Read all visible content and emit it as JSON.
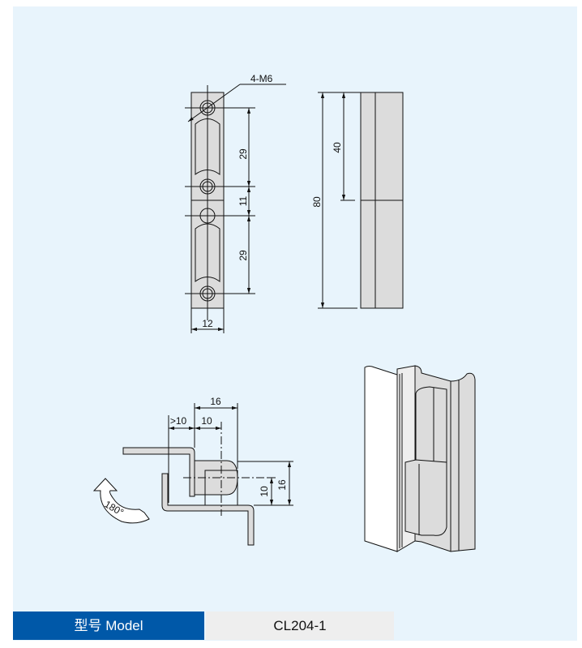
{
  "front_view": {
    "callout": "4-M6",
    "dim_top": "29",
    "dim_middle": "11",
    "dim_bottom": "29",
    "dim_width": "12"
  },
  "side_view": {
    "dim_total": "80",
    "dim_half": "40"
  },
  "section_view": {
    "dim_16_top": "16",
    "dim_gt10": ">10",
    "dim_10_top": "10",
    "dim_10_right": "10",
    "dim_16_right": "16",
    "rotation": "180°"
  },
  "table": {
    "model_label": "型号 Model",
    "model_value": "CL204-1"
  },
  "colors": {
    "panel": "#e8f4fc",
    "label_bg": "#0058a8",
    "value_bg": "#eeeeee",
    "part_fill": "#dcdcdc"
  }
}
